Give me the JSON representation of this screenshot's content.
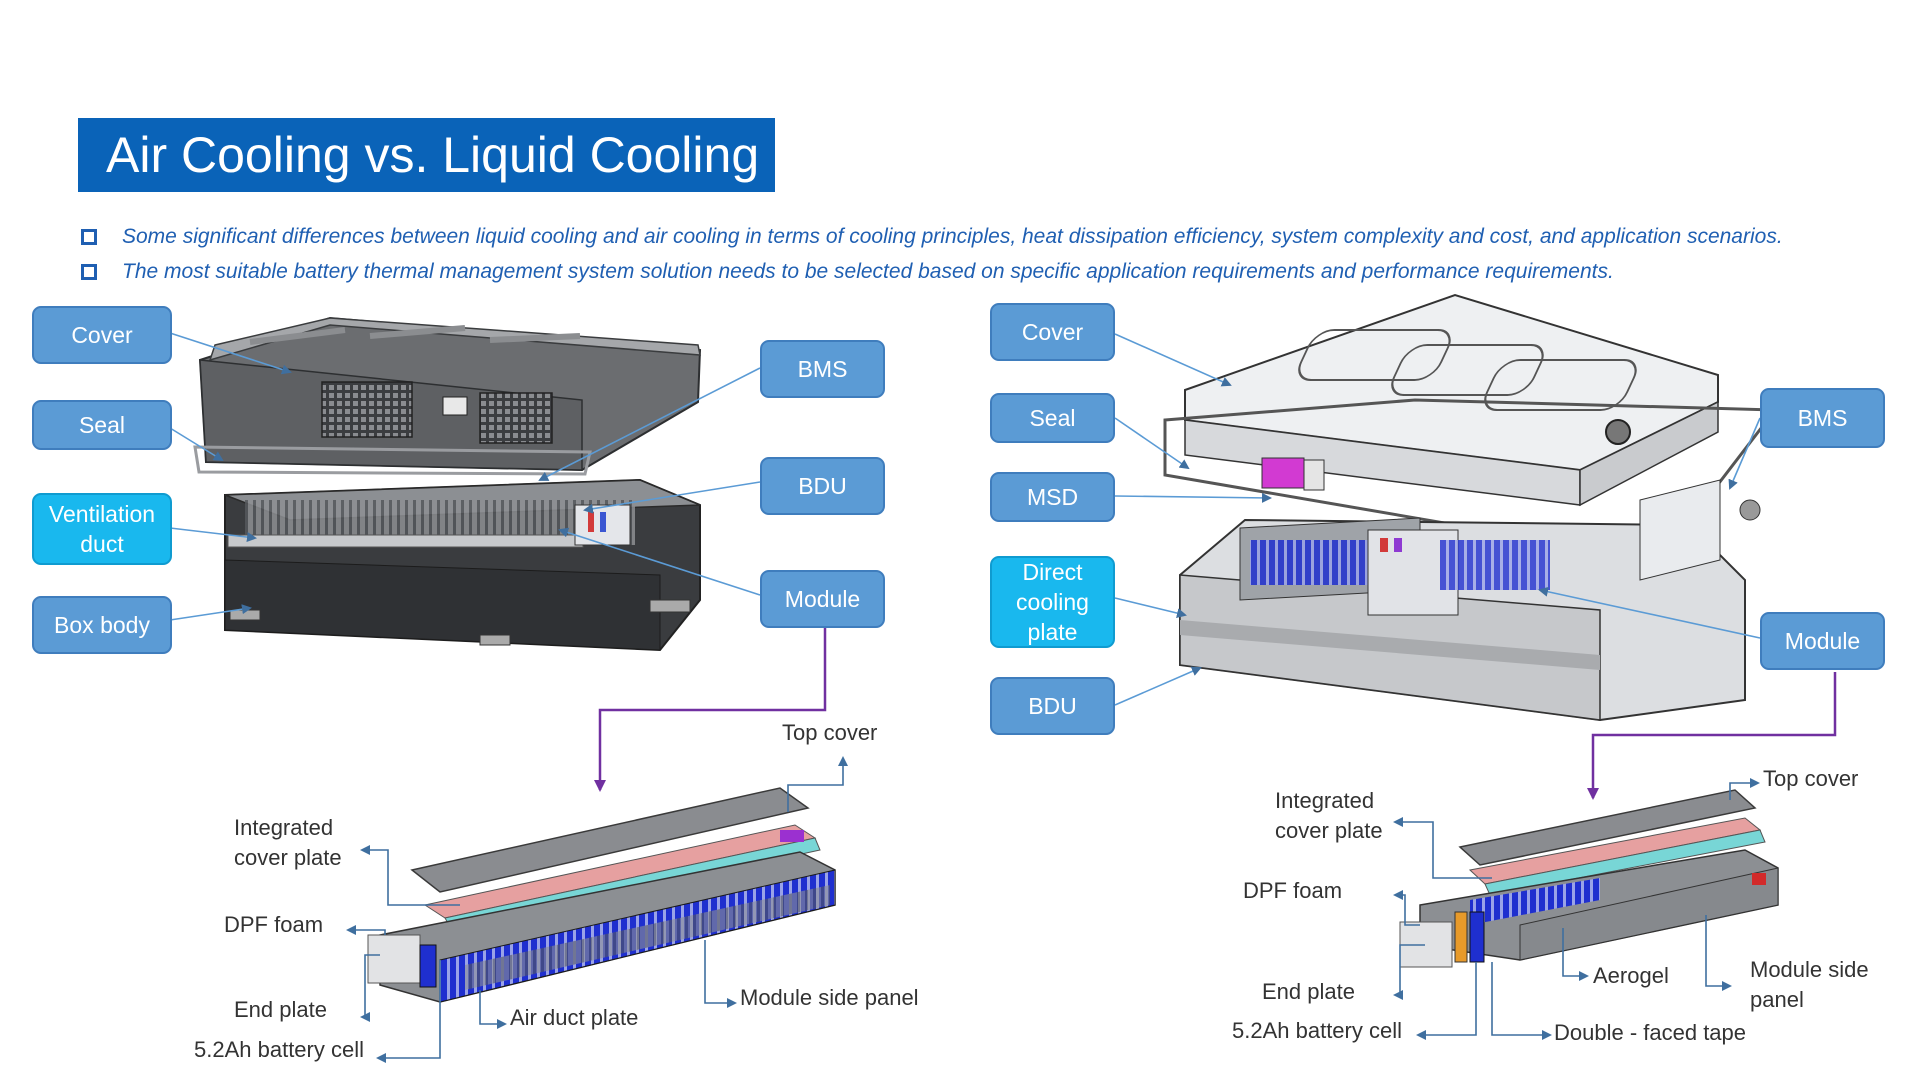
{
  "title": "Air Cooling vs. Liquid Cooling",
  "bullets": [
    "Some significant differences between liquid cooling and air cooling in terms of cooling principles, heat dissipation efficiency, system complexity and cost, and application scenarios.",
    "The most suitable battery thermal management system solution needs to be selected based on specific application requirements and performance requirements."
  ],
  "air_cooling": {
    "callouts": {
      "cover": "Cover",
      "seal": "Seal",
      "ventilation_duct": "Ventilation\nduct",
      "box_body": "Box body",
      "bms": "BMS",
      "bdu": "BDU",
      "module": "Module"
    },
    "module_labels": {
      "top_cover": "Top cover",
      "integrated_cover_plate": "Integrated\ncover plate",
      "dpf_foam": "DPF foam",
      "end_plate": "End plate",
      "battery_cell": "5.2Ah battery cell",
      "air_duct_plate": "Air duct plate",
      "module_side_panel": "Module side panel"
    }
  },
  "liquid_cooling": {
    "callouts": {
      "cover": "Cover",
      "seal": "Seal",
      "msd": "MSD",
      "direct_cooling_plate": "Direct\ncooling\nplate",
      "bdu": "BDU",
      "bms": "BMS",
      "module": "Module"
    },
    "module_labels": {
      "top_cover": "Top cover",
      "integrated_cover_plate": "Integrated\ncover plate",
      "dpf_foam": "DPF foam",
      "end_plate": "End plate",
      "battery_cell": "5.2Ah battery cell",
      "aerogel": "Aerogel",
      "double_faced_tape": "Double - faced tape",
      "module_side_panel": "Module side\npanel"
    }
  },
  "colors": {
    "banner": "#0a63b8",
    "bullet_text": "#1f5fb2",
    "callout_fill": "#5b9bd5",
    "callout_cyan": "#19b8ee",
    "leader_line": "#5b9bd5",
    "module_arrow": "#7030a0",
    "cell_blue": "#1f2fcf",
    "label_arrow": "#3f6f9f"
  }
}
